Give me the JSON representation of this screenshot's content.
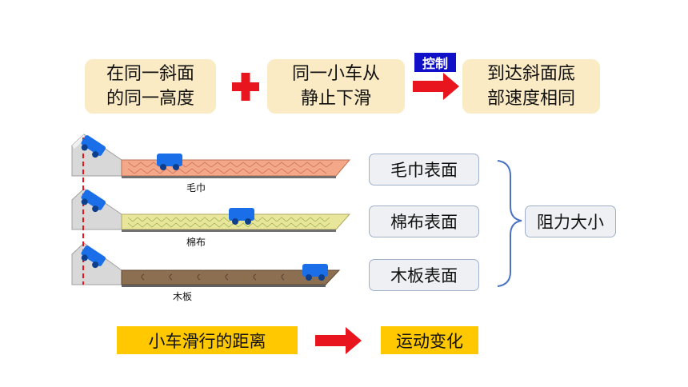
{
  "top": {
    "box1": [
      "在同一斜面",
      "的同一高度"
    ],
    "box2": [
      "同一小车从",
      "静止下滑"
    ],
    "box3": [
      "到达斜面底",
      "部速度相同"
    ],
    "control_label": "控制"
  },
  "surfaces": [
    "毛巾",
    "棉布",
    "木板"
  ],
  "surface_boxes": [
    "毛巾表面",
    "棉布表面",
    "木板表面"
  ],
  "result_box": "阻力大小",
  "bottom": {
    "left": "小车滑行的距离",
    "right": "运动变化"
  },
  "colors": {
    "tan": "#fbebc4",
    "plus": "#e8141e",
    "arrow": "#e8141e",
    "control_bg": "#1010c8",
    "yellow": "#ffc800",
    "towel": "#f4a88a",
    "cotton": "#e8e69a",
    "wood": "#8c6f50",
    "car": "#1a6fe8"
  }
}
